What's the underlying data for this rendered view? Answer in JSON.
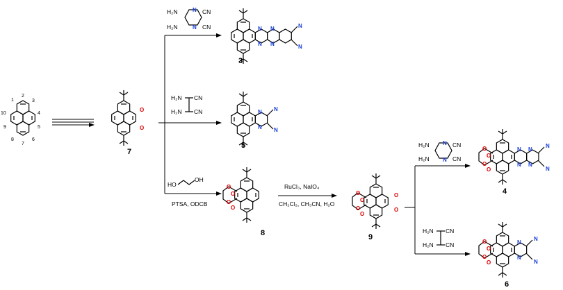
{
  "reagents": {
    "diaminopyrazine": {
      "nh2_a": "H₂N",
      "n_a": "N",
      "cn_a": "CN",
      "nh2_b": "H₂N",
      "n_b": "N",
      "cn_b": "CN"
    },
    "diaminomaleonitrile": {
      "nh2_a": "H₂N",
      "cn_a": "CN",
      "nh2_b": "H₂N",
      "cn_b": "CN"
    },
    "ethylene_glycol": {
      "oh_a": "HO",
      "oh_b": "OH"
    }
  },
  "conditions": {
    "acetal": "PTSA, ODCB",
    "oxidation_line1": "RuCl₃, NaIO₄",
    "oxidation_line2": "CH₂Cl₂, CH₃CN, H₂O"
  },
  "compounds": {
    "c3": "3",
    "c5": "5",
    "c7": "7",
    "c8": "8",
    "c9": "9",
    "c4": "4",
    "c6": "6"
  },
  "pyrene_numbers": [
    "1",
    "2",
    "3",
    "4",
    "5",
    "6",
    "7",
    "8",
    "9",
    "10"
  ],
  "atoms": {
    "N": "N",
    "O": "O"
  },
  "colors": {
    "nitrogen": "#1a3fd6",
    "oxygen": "#e00000",
    "bond": "#000000"
  }
}
